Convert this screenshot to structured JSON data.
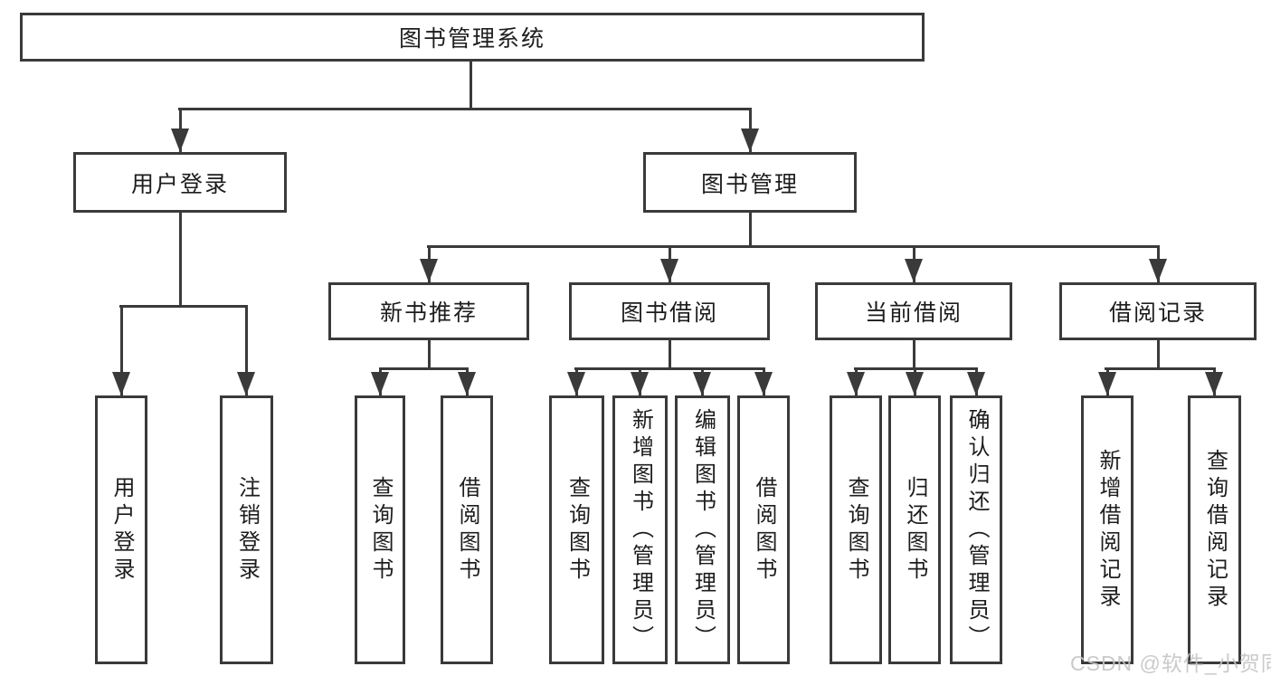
{
  "root": {
    "label": "图书管理系统"
  },
  "branches": [
    {
      "label": "用户登录",
      "children": [
        {
          "label": "用户登录"
        },
        {
          "label": "注销登录"
        }
      ]
    },
    {
      "label": "图书管理",
      "children": [
        {
          "label": "新书推荐",
          "children": [
            {
              "label": "查询图书"
            },
            {
              "label": "借阅图书"
            }
          ]
        },
        {
          "label": "图书借阅",
          "children": [
            {
              "label": "查询图书"
            },
            {
              "label": "新增图书（管理员）"
            },
            {
              "label": "编辑图书（管理员）"
            },
            {
              "label": "借阅图书"
            }
          ]
        },
        {
          "label": "当前借阅",
          "children": [
            {
              "label": "查询图书"
            },
            {
              "label": "归还图书"
            },
            {
              "label": "确认归还（管理员）"
            }
          ]
        },
        {
          "label": "借阅记录",
          "children": [
            {
              "label": "新增借阅记录"
            },
            {
              "label": "查询借阅记录"
            }
          ]
        }
      ]
    }
  ],
  "watermark": "CSDN @软件_小贺同学",
  "colors": {
    "line": "#3a3a3a",
    "box_border": "#3a3a3a",
    "text": "#1d1d1d",
    "watermark": "#c5c5c5"
  }
}
